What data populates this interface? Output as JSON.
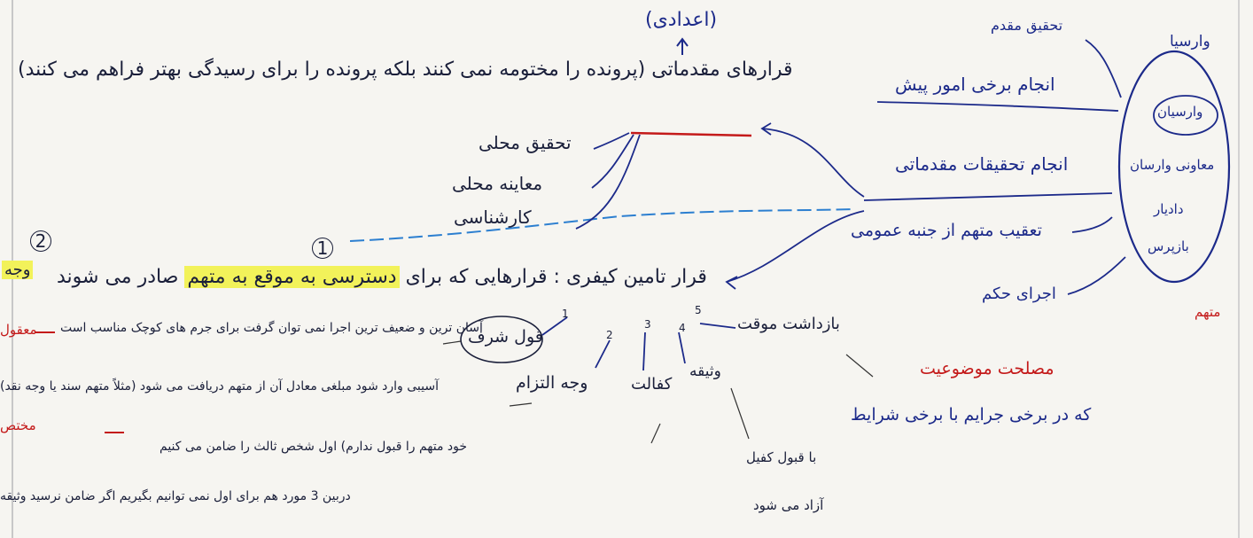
{
  "colors": {
    "paper": "#f6f5f1",
    "blue_ink": "#1c2a8a",
    "dark_ink": "#1a1f3a",
    "red_ink": "#c41a1a",
    "highlight": "#f2f25a",
    "light_blue_line": "#2c7fd0"
  },
  "top": {
    "label": "(اعدادی)"
  },
  "oval": {
    "title": "وارسیا",
    "items": [
      "وارسیان",
      "معاونی وارسان",
      "دادیار",
      "بازپرس"
    ]
  },
  "right_branches": {
    "b1": "تحقیق مقدم",
    "b2": "انجام برخی امور پیش",
    "b3": "انجام تحقیقات مقدماتی",
    "b4": "تعقیب متهم از جنبه عمومی",
    "b5": "اجرای حکم"
  },
  "line1": {
    "text": "قرارهای مقدماتی (پرونده را مختومه نمی کنند بلکه پرونده را برای رسیدگی بهتر فراهم می کنند)"
  },
  "left_items": {
    "i1": "تحقیق محلی",
    "i2": "معاینه محلی",
    "i3": "کارشناسی"
  },
  "numbers": {
    "n1": "1",
    "n2": "2"
  },
  "line2": {
    "prefix": "قرار تامین کیفری : قرارهایی که برای",
    "highlight": "دسترسی به موقع به متهم",
    "suffix": "صادر می شوند",
    "left_edge": "وجه"
  },
  "sub_items": {
    "s1_num": "1",
    "s1": "قول شرف",
    "s2_num": "2",
    "s2": "وجه التزام",
    "s3_num": "3",
    "s3": "کفالت",
    "s4_num": "4",
    "s4": "وثیقه",
    "s5_num": "5",
    "s5": "بازداشت موقت"
  },
  "notes": {
    "n_line3": "آسان ترین و ضعیف ترین اجرا نمی توان گرفت برای جرم های کوچک مناسب است",
    "n_line3_left": "معقول",
    "n_line4": "آسیبی وارد شود مبلغی معادل آن از متهم دریافت می شود (مثلاً متهم سند یا وجه نقد)",
    "n_line5": "خود متهم را قبول ندارم) اول شخص ثالث را ضامن می کنیم",
    "n_line5_left": "مختص",
    "n_line6": "دربین 3 مورد هم برای اول نمی توانیم بگیریم اگر ضامن نرسید وثیقه",
    "n_kafil": "با قبول کفیل",
    "n_azad": "آزاد می شود",
    "red_title": "مصلحت موضوعیت",
    "red_side": "متهم",
    "cond": "که در برخی جرایم با برخی شرایط"
  }
}
